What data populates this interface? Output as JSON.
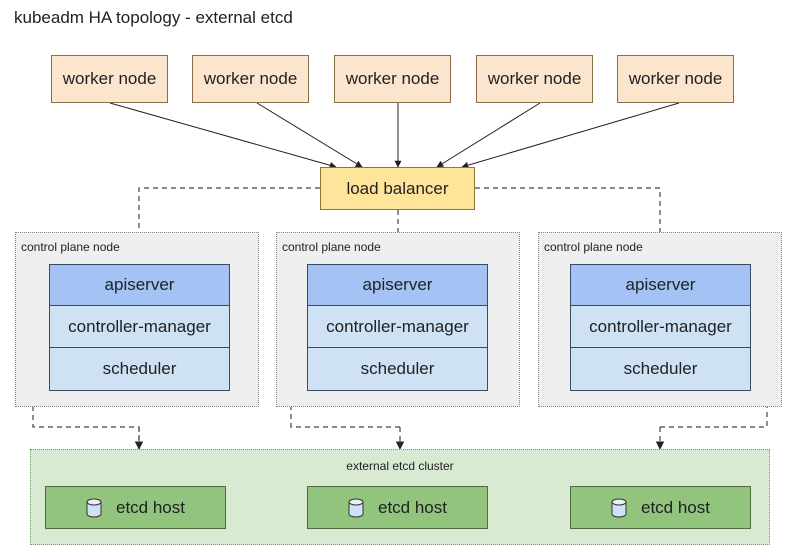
{
  "title": "kubeadm HA topology - external etcd",
  "worker_nodes": [
    "worker node",
    "worker node",
    "worker node",
    "worker node",
    "worker node"
  ],
  "load_balancer": "load balancer",
  "control_plane_nodes": [
    {
      "label": "control plane node",
      "components": [
        "apiserver",
        "controller-manager",
        "scheduler"
      ]
    },
    {
      "label": "control plane node",
      "components": [
        "apiserver",
        "controller-manager",
        "scheduler"
      ]
    },
    {
      "label": "control plane node",
      "components": [
        "apiserver",
        "controller-manager",
        "scheduler"
      ]
    }
  ],
  "etcd_cluster": {
    "label": "external etcd cluster",
    "hosts": [
      "etcd host",
      "etcd host",
      "etcd host"
    ],
    "host_icon": "database-icon"
  },
  "colors": {
    "worker_fill": "#fce5cd",
    "load_balancer_fill": "#ffe599",
    "control_plane_bg": "#efefef",
    "apiserver_fill": "#a4c2f4",
    "component_fill": "#cfe2f3",
    "etcd_cluster_bg": "#d9ead3",
    "etcd_host_fill": "#93c47d"
  }
}
